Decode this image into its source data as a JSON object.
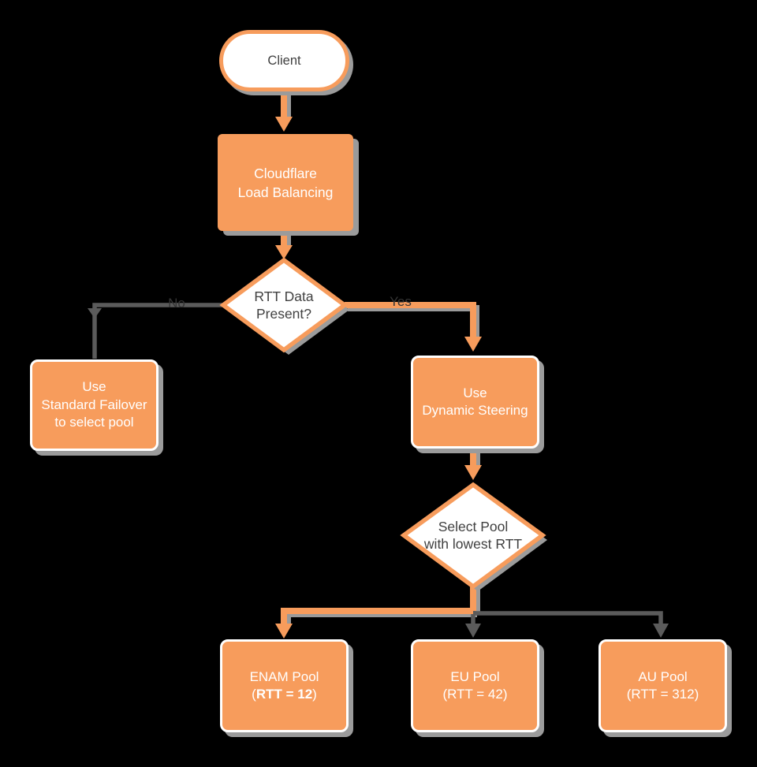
{
  "diagram": {
    "type": "flowchart",
    "nodes": {
      "client": {
        "label": "Client"
      },
      "load_balancing": {
        "line1": "Cloudflare",
        "line2": "Load Balancing"
      },
      "rtt_decision": {
        "line1": "RTT Data",
        "line2": "Present?"
      },
      "standard_failover": {
        "line1": "Use",
        "line2": "Standard Failover",
        "line3": "to select pool"
      },
      "dynamic_steering": {
        "line1": "Use",
        "line2": "Dynamic Steering"
      },
      "select_pool": {
        "line1": "Select Pool",
        "line2": "with lowest RTT"
      },
      "enam_pool": {
        "line1": "ENAM Pool",
        "line2_prefix": "(",
        "line2_bold": "RTT = 12",
        "line2_suffix": ")"
      },
      "eu_pool": {
        "line1": "EU Pool",
        "line2": "(RTT = 42)"
      },
      "au_pool": {
        "line1": "AU Pool",
        "line2": "(RTT = 312)"
      }
    },
    "edge_labels": {
      "no": "No",
      "yes": "Yes"
    },
    "colors": {
      "node_orange": "#F79C5C",
      "connector_gray": "#5B5B5B",
      "shadow_gray": "#9B9B9B",
      "text_dark": "#404040",
      "text_white": "#FFFFFF",
      "background": "#000000"
    }
  }
}
